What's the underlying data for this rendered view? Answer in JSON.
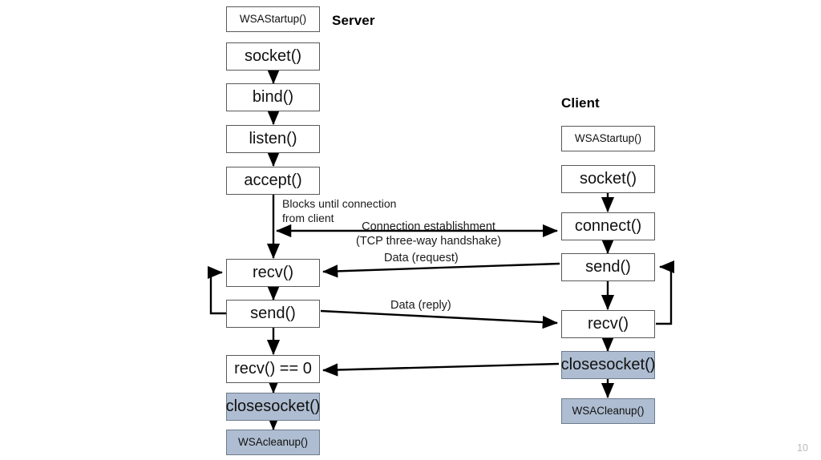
{
  "slide": {
    "page_number": "10",
    "background_color": "#ffffff",
    "shaded_box_color": "#aebdd1",
    "box_border_color": "#58595b",
    "line_color": "#000000"
  },
  "columns": [
    {
      "key": "server",
      "title": "Server"
    },
    {
      "key": "client",
      "title": "Client"
    }
  ],
  "server": {
    "title": "Server",
    "steps": [
      {
        "id": "server-wsastartup",
        "label": "WSAStartup()",
        "shaded": false,
        "size": "small"
      },
      {
        "id": "server-socket",
        "label": "socket()",
        "shaded": false,
        "size": "large"
      },
      {
        "id": "server-bind",
        "label": "bind()",
        "shaded": false,
        "size": "large"
      },
      {
        "id": "server-listen",
        "label": "listen()",
        "shaded": false,
        "size": "large"
      },
      {
        "id": "server-accept",
        "label": "accept()",
        "shaded": false,
        "size": "large"
      },
      {
        "id": "server-recv",
        "label": "recv()",
        "shaded": false,
        "size": "large"
      },
      {
        "id": "server-send",
        "label": "send()",
        "shaded": false,
        "size": "large"
      },
      {
        "id": "server-recv-zero",
        "label": "recv() == 0",
        "shaded": false,
        "size": "large"
      },
      {
        "id": "server-closesocket",
        "label": "closesocket()",
        "shaded": true,
        "size": "large"
      },
      {
        "id": "server-wsacleanup",
        "label": "WSAcleanup()",
        "shaded": true,
        "size": "small"
      }
    ],
    "note": {
      "line1": "Blocks until connection",
      "line2": "from client"
    }
  },
  "client": {
    "title": "Client",
    "steps": [
      {
        "id": "client-wsastartup",
        "label": "WSAStartup()",
        "shaded": false,
        "size": "small"
      },
      {
        "id": "client-socket",
        "label": "socket()",
        "shaded": false,
        "size": "large"
      },
      {
        "id": "client-connect",
        "label": "connect()",
        "shaded": false,
        "size": "large"
      },
      {
        "id": "client-send",
        "label": "send()",
        "shaded": false,
        "size": "large"
      },
      {
        "id": "client-recv",
        "label": "recv()",
        "shaded": false,
        "size": "large"
      },
      {
        "id": "client-closesocket",
        "label": "closesocket()",
        "shaded": true,
        "size": "large"
      },
      {
        "id": "client-wsacleanup",
        "label": "WSACleanup()",
        "shaded": true,
        "size": "small"
      }
    ]
  },
  "messages": [
    {
      "id": "connection-establishment",
      "line1": "Connection establishment",
      "line2": "(TCP three-way handshake)",
      "direction": "both"
    },
    {
      "id": "data-request",
      "line1": "Data (request)",
      "direction": "client-to-server"
    },
    {
      "id": "data-reply",
      "line1": "Data (reply)",
      "direction": "server-to-client"
    },
    {
      "id": "close-notification",
      "line1": "",
      "direction": "client-to-server"
    }
  ]
}
